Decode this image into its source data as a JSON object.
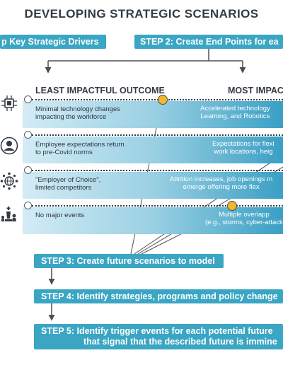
{
  "title": "DEVELOPING STRATEGIC SCENARIOS",
  "steps": {
    "step1": "p Key Strategic Drivers",
    "step2": "STEP 2: Create End Points for ea",
    "step3": "STEP 3: Create future scenarios to model",
    "step4": "STEP 4: Identify strategies, programs and policy change",
    "step5_line1": "STEP 5: Identify trigger events for each potential future",
    "step5_line2": "that signal that the described future is immine"
  },
  "columns": {
    "least": "LEAST IMPACTFUL OUTCOME",
    "most": "MOST IMPAC"
  },
  "drivers": [
    {
      "icon": "circuit-chip-icon",
      "left_line1": "Minimal technology changes",
      "left_line2": "impacting the workforce",
      "right_line1": "Accelerated technology",
      "right_line2": "Learning, and Robotics"
    },
    {
      "icon": "person-icon",
      "left_line1": "Employee expectations return",
      "left_line2": "to pre-Covid  norms",
      "right_line1": "Expectations for flexi",
      "right_line2": "work locations, heig"
    },
    {
      "icon": "globe-people-icon",
      "left_line1": "\"Employer of Choice\",",
      "left_line2": "limited competitors",
      "right_line1": "Attrition increases, job openings m",
      "right_line2": "emerge offering more flex"
    },
    {
      "icon": "chess-pieces-icon",
      "left_line1": "No major events",
      "left_line2": "",
      "right_line1": "Multiple overlapp",
      "right_line2": "(e.g., storms, cyber-attack"
    }
  ],
  "colors": {
    "step_box": "#3aa6c4",
    "highlight_node": "#f2b730",
    "text_dark": "#333b44"
  }
}
